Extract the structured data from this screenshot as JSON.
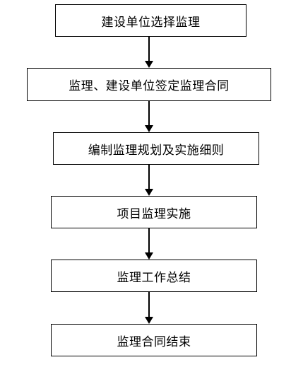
{
  "steps": [
    {
      "label": "建设单位选择监理"
    },
    {
      "label": "监理、建设单位签定监理合同"
    },
    {
      "label": "编制监理规划及实施细则"
    },
    {
      "label": "项目监理实施"
    },
    {
      "label": "监理工作总结"
    },
    {
      "label": "监理合同结束"
    }
  ],
  "colors": {
    "border": "#000000",
    "background": "#ffffff",
    "text": "#000000"
  }
}
